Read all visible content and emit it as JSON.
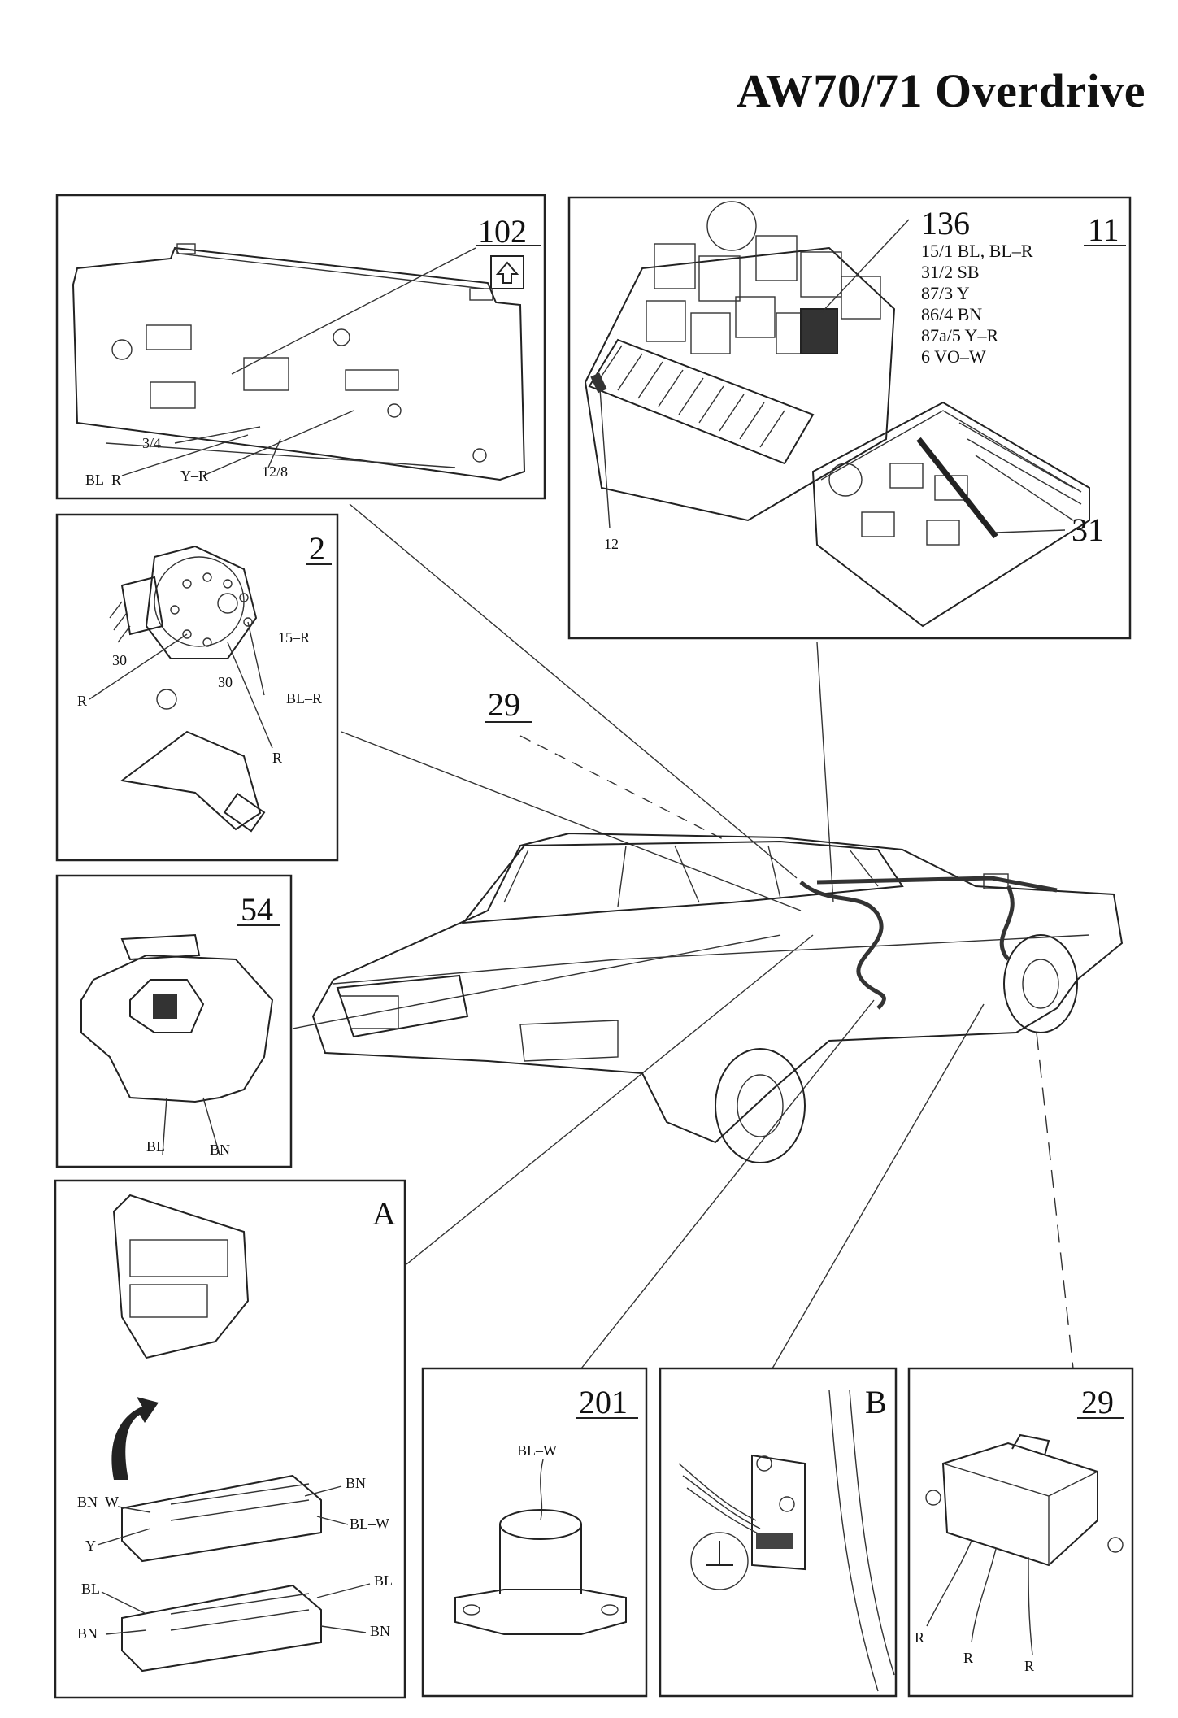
{
  "title": "AW70/71 Overdrive",
  "panels": {
    "p102": {
      "id": "102",
      "wires": [
        "3/4",
        "BL–R",
        "Y–R",
        "12/8"
      ]
    },
    "p11": {
      "id": "11",
      "relay_id": "136",
      "relay_pins": [
        "15/1 BL, BL–R",
        "31/2 SB",
        "87/3 Y",
        "86/4 BN",
        "87a/5 Y–R",
        "6 VO–W"
      ],
      "fuse_label": "12",
      "box_label": "31"
    },
    "p2": {
      "id": "2",
      "wires": [
        "30",
        "15–R",
        "R",
        "30",
        "BL–R",
        "R"
      ]
    },
    "p54": {
      "id": "54",
      "wires": [
        "BL",
        "BN"
      ]
    },
    "pA": {
      "id": "A",
      "top_connector": [
        "BN–W",
        "Y",
        "BN",
        "BL–W"
      ],
      "bottom_connector": [
        "BL",
        "BN",
        "BL",
        "BN"
      ]
    },
    "p201": {
      "id": "201",
      "wire": "BL–W"
    },
    "pB": {
      "id": "B"
    },
    "p29": {
      "id": "29",
      "wires": [
        "R",
        "R",
        "R"
      ]
    }
  },
  "car_callout": "29"
}
